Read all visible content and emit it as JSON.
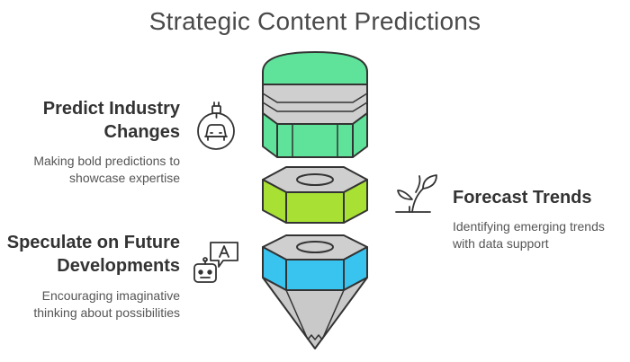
{
  "title": "Strategic Content Predictions",
  "items": [
    {
      "heading": "Predict Industry\nChanges",
      "description": "Making bold predictions to\nshowcase expertise",
      "icon": "car-plug-icon"
    },
    {
      "heading": "Forecast Trends",
      "description": "Identifying emerging trends\nwith data support",
      "icon": "seedling-growth-icon"
    },
    {
      "heading": "Speculate on Future\nDevelopments",
      "description": "Encouraging imaginative\nthinking about possibilities",
      "icon": "robot-speech-icon"
    }
  ],
  "colors": {
    "top_cylinder": "#5fe39a",
    "middle_nut": "#a8e034",
    "bottom_nut": "#39c4f0",
    "cone": "#c9c9c9",
    "outline": "#333333"
  }
}
